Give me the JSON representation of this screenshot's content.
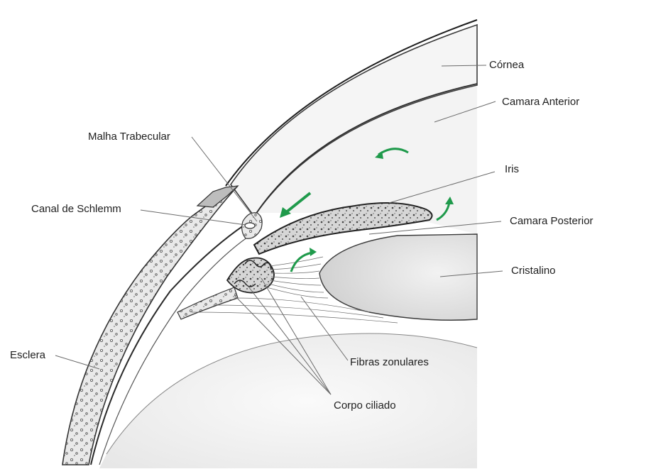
{
  "labels": {
    "cornea": "Córnea",
    "anterior_chamber": "Camara Anterior",
    "trabecular_meshwork": "Malha Trabecular",
    "iris": "Iris",
    "schlemm_canal": "Canal de Schlemm",
    "posterior_chamber": "Camara Posterior",
    "lens": "Cristalino",
    "sclera": "Esclera",
    "zonular_fibers": "Fibras zonulares",
    "ciliary_body": "Corpo ciliado"
  },
  "colors": {
    "flow_arrow": "#1f9a4b",
    "line_art": "#3c3c3c",
    "tissue_fill": "#ededed",
    "lens_fill": "#dedede"
  }
}
